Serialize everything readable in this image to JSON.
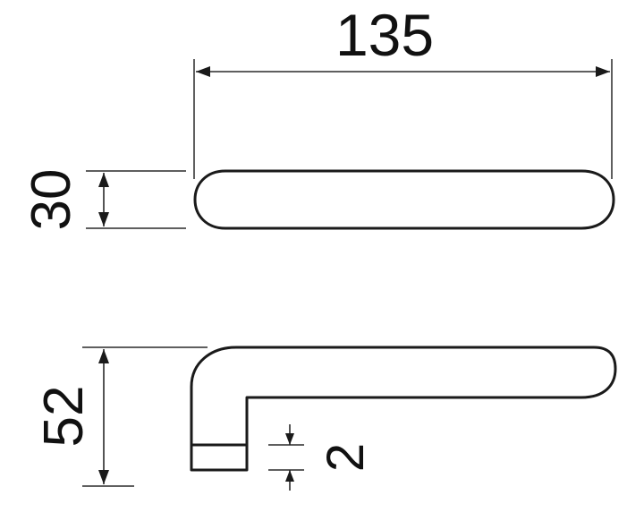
{
  "drawing": {
    "dimensions": {
      "width_top": "135",
      "height_top": "30",
      "height_side": "52",
      "collar": "2"
    }
  }
}
